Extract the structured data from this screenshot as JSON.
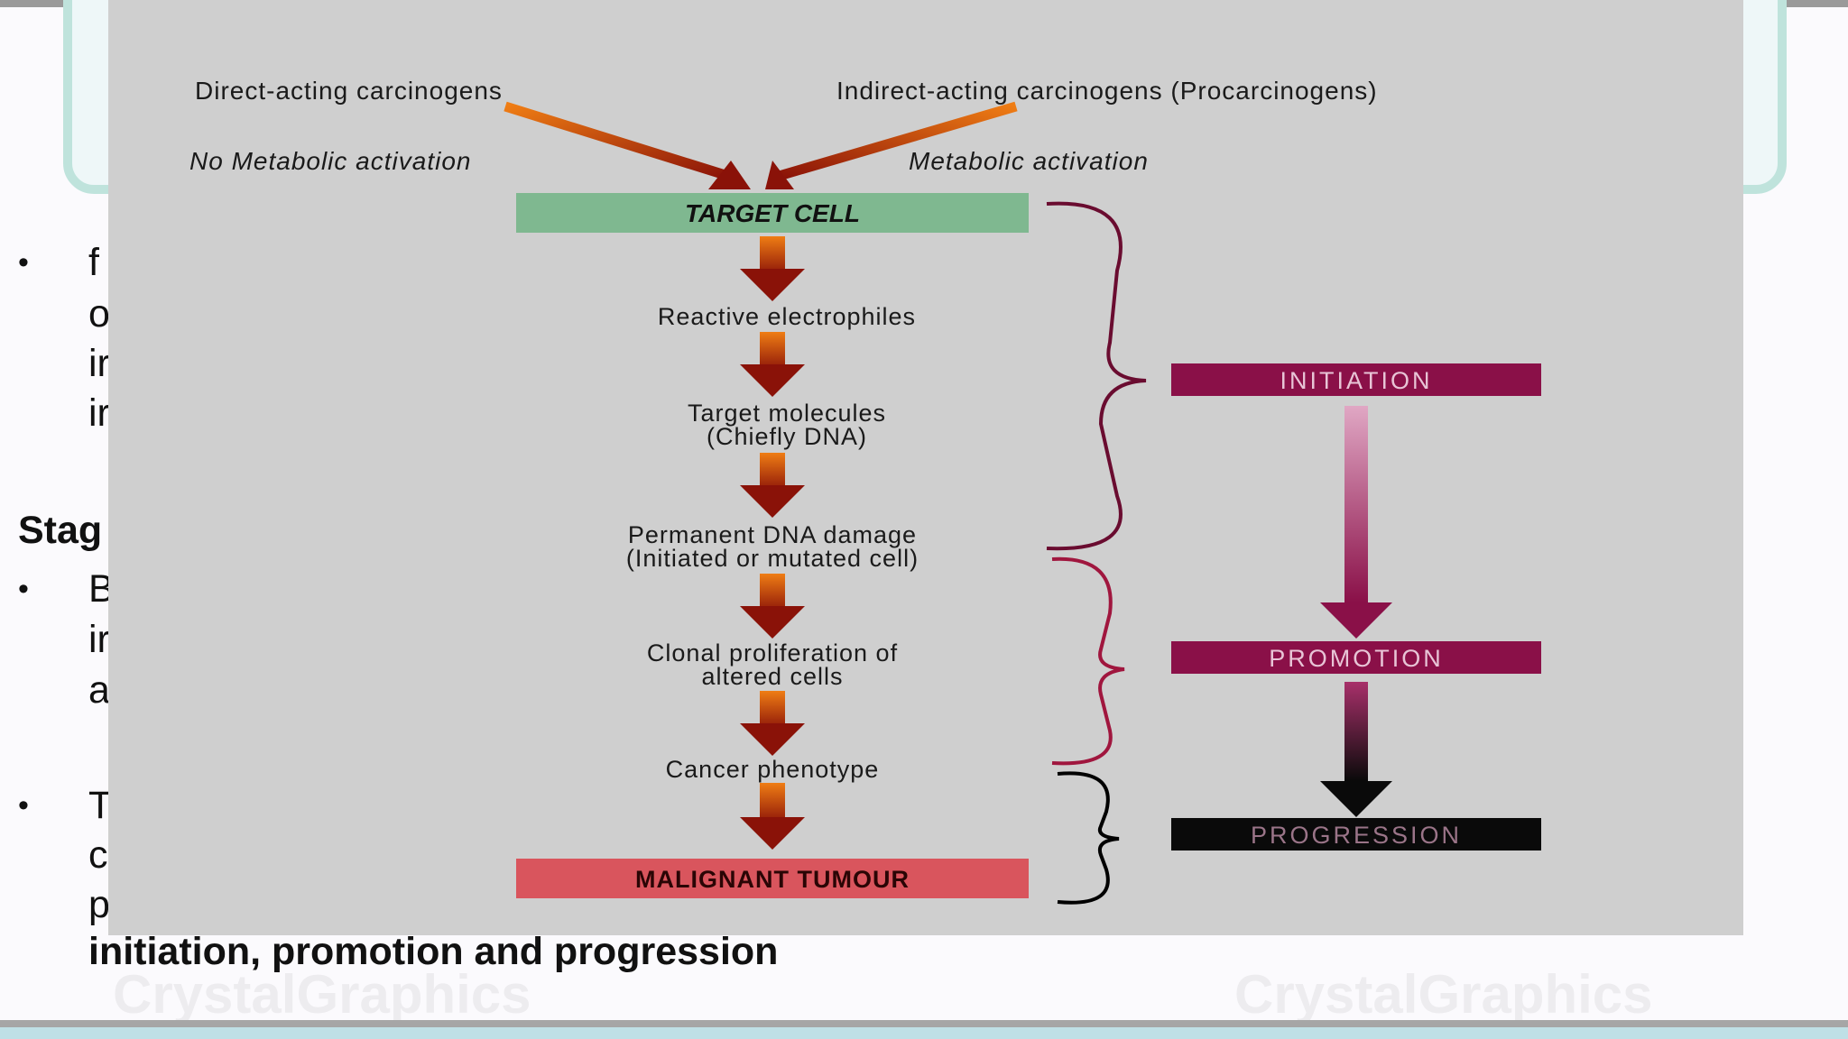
{
  "slide": {
    "bullets": [
      {
        "lines": [
          " f",
          "o",
          "ir",
          "ir"
        ]
      },
      {
        "lines": [
          "B",
          "ir",
          "a"
        ]
      },
      {
        "lines": [
          "T",
          "c",
          "p"
        ],
        "bold_line": "initiation,  promotion and progression"
      }
    ],
    "heading_fragment": "Stag",
    "watermark": "CrystalGraphics"
  },
  "diagram": {
    "top_left_label": "Direct-acting carcinogens",
    "top_right_label": "Indirect-acting carcinogens (Procarcinogens)",
    "left_note": "No Metabolic activation",
    "right_note": "Metabolic activation",
    "target_cell": "TARGET CELL",
    "steps": [
      {
        "lines": [
          "Reactive electrophiles"
        ]
      },
      {
        "lines": [
          "Target molecules",
          "(Chiefly DNA)"
        ]
      },
      {
        "lines": [
          "Permanent DNA damage",
          "(Initiated or mutated cell)"
        ]
      },
      {
        "lines": [
          "Clonal proliferation of",
          "altered cells"
        ]
      },
      {
        "lines": [
          "Cancer phenotype"
        ]
      }
    ],
    "malignant": "MALIGNANT TUMOUR",
    "stages": [
      {
        "label": "INITIATION",
        "color": "#8a1048"
      },
      {
        "label": "PROMOTION",
        "color": "#8a1048"
      },
      {
        "label": "PROGRESSION",
        "color": "#0a0a0a"
      }
    ],
    "colors": {
      "target_box": "#7fb890",
      "malignant_box": "#d9555d",
      "arrow_top": "#ef7d14",
      "arrow_bottom": "#8a1208",
      "brace_initiation": "#6a0c30",
      "brace_promotion": "#a0163e",
      "brace_progression": "#000000"
    }
  }
}
